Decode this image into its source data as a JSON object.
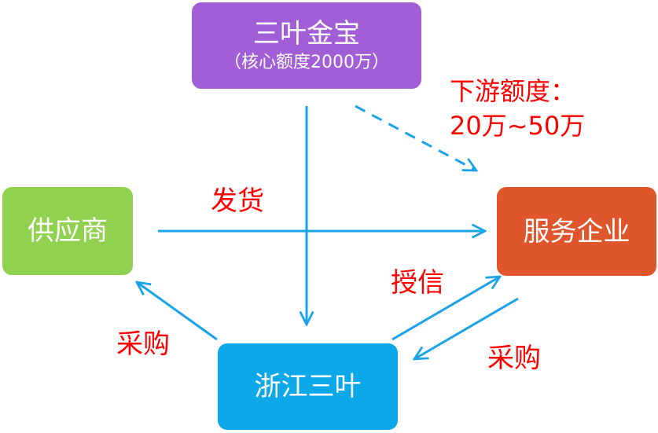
{
  "nodes": {
    "top": {
      "title": "三叶金宝",
      "subtitle": "（核心额度2000万）",
      "color": "#a15ed6"
    },
    "left": {
      "title": "供应商",
      "color": "#90d24f"
    },
    "right": {
      "title": "服务企业",
      "color": "#e0562c"
    },
    "bottom": {
      "title": "浙江三叶",
      "color": "#0da8ea"
    }
  },
  "labels": {
    "quota_line1": "下游额度：",
    "quota_line2": "20万~50万",
    "ship": "发货",
    "credit": "授信",
    "buy_left": "采购",
    "buy_right": "采购"
  },
  "colors": {
    "arrow": "#1aa3e8",
    "label": "#ff0000"
  }
}
